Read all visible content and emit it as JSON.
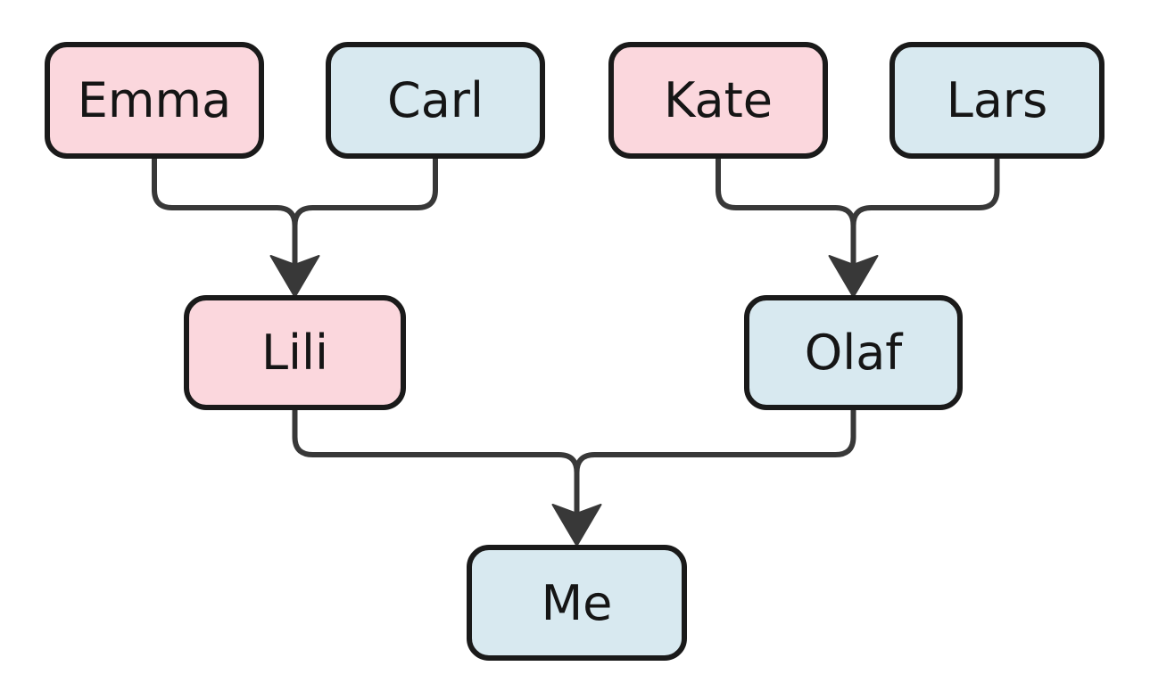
{
  "diagram": {
    "type": "family_tree",
    "background": "#ffffff",
    "colors": {
      "pink_node_fill": "#fbd7dd",
      "blue_node_fill": "#d8e9f0",
      "node_border": "#1a1a1a",
      "connector_line": "#383838",
      "label_text": "#151515"
    },
    "nodes": [
      {
        "id": "emma",
        "label": "Emma",
        "fill": "#fbd7dd",
        "generation": "top"
      },
      {
        "id": "carl",
        "label": "Carl",
        "fill": "#d8e9f0",
        "generation": "top"
      },
      {
        "id": "kate",
        "label": "Kate",
        "fill": "#fbd7dd",
        "generation": "top"
      },
      {
        "id": "lars",
        "label": "Lars",
        "fill": "#d8e9f0",
        "generation": "top"
      },
      {
        "id": "lili",
        "label": "Lili",
        "fill": "#fbd7dd",
        "generation": "middle"
      },
      {
        "id": "olaf",
        "label": "Olaf",
        "fill": "#d8e9f0",
        "generation": "middle"
      },
      {
        "id": "me",
        "label": "Me",
        "fill": "#d8e9f0",
        "generation": "bottom"
      }
    ],
    "relationships": [
      {
        "parents": [
          "Emma",
          "Carl"
        ],
        "child": "Lili"
      },
      {
        "parents": [
          "Kate",
          "Lars"
        ],
        "child": "Olaf"
      },
      {
        "parents": [
          "Lili",
          "Olaf"
        ],
        "child": "Me"
      }
    ]
  }
}
